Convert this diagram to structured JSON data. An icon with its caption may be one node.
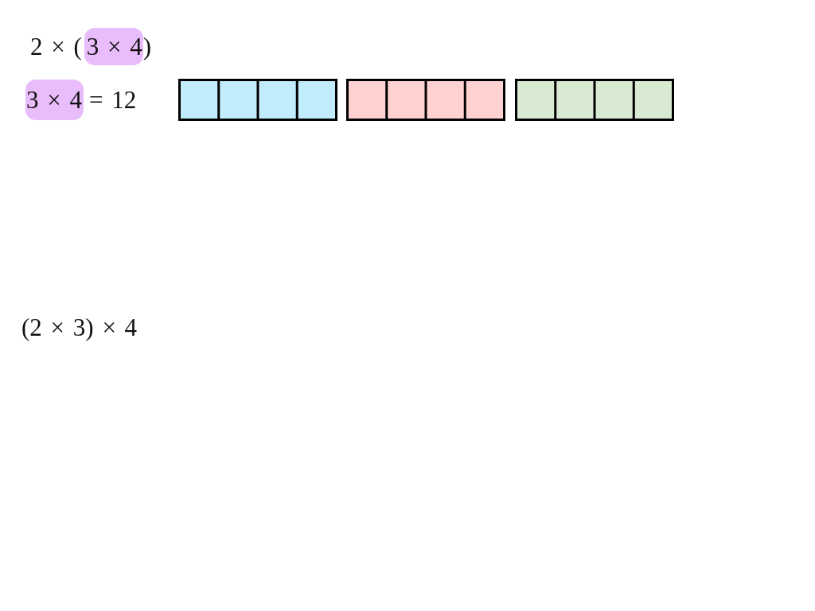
{
  "diagram": {
    "nodes": [
      {
        "text": [
          "3 × 4"
        ]
      },
      {
        "text": [
          "3 × 4"
        ]
      }
    ],
    "labels": [
      "2 × (",
      ")",
      "= 12",
      "(2 × 3) × 4"
    ]
  }
}
